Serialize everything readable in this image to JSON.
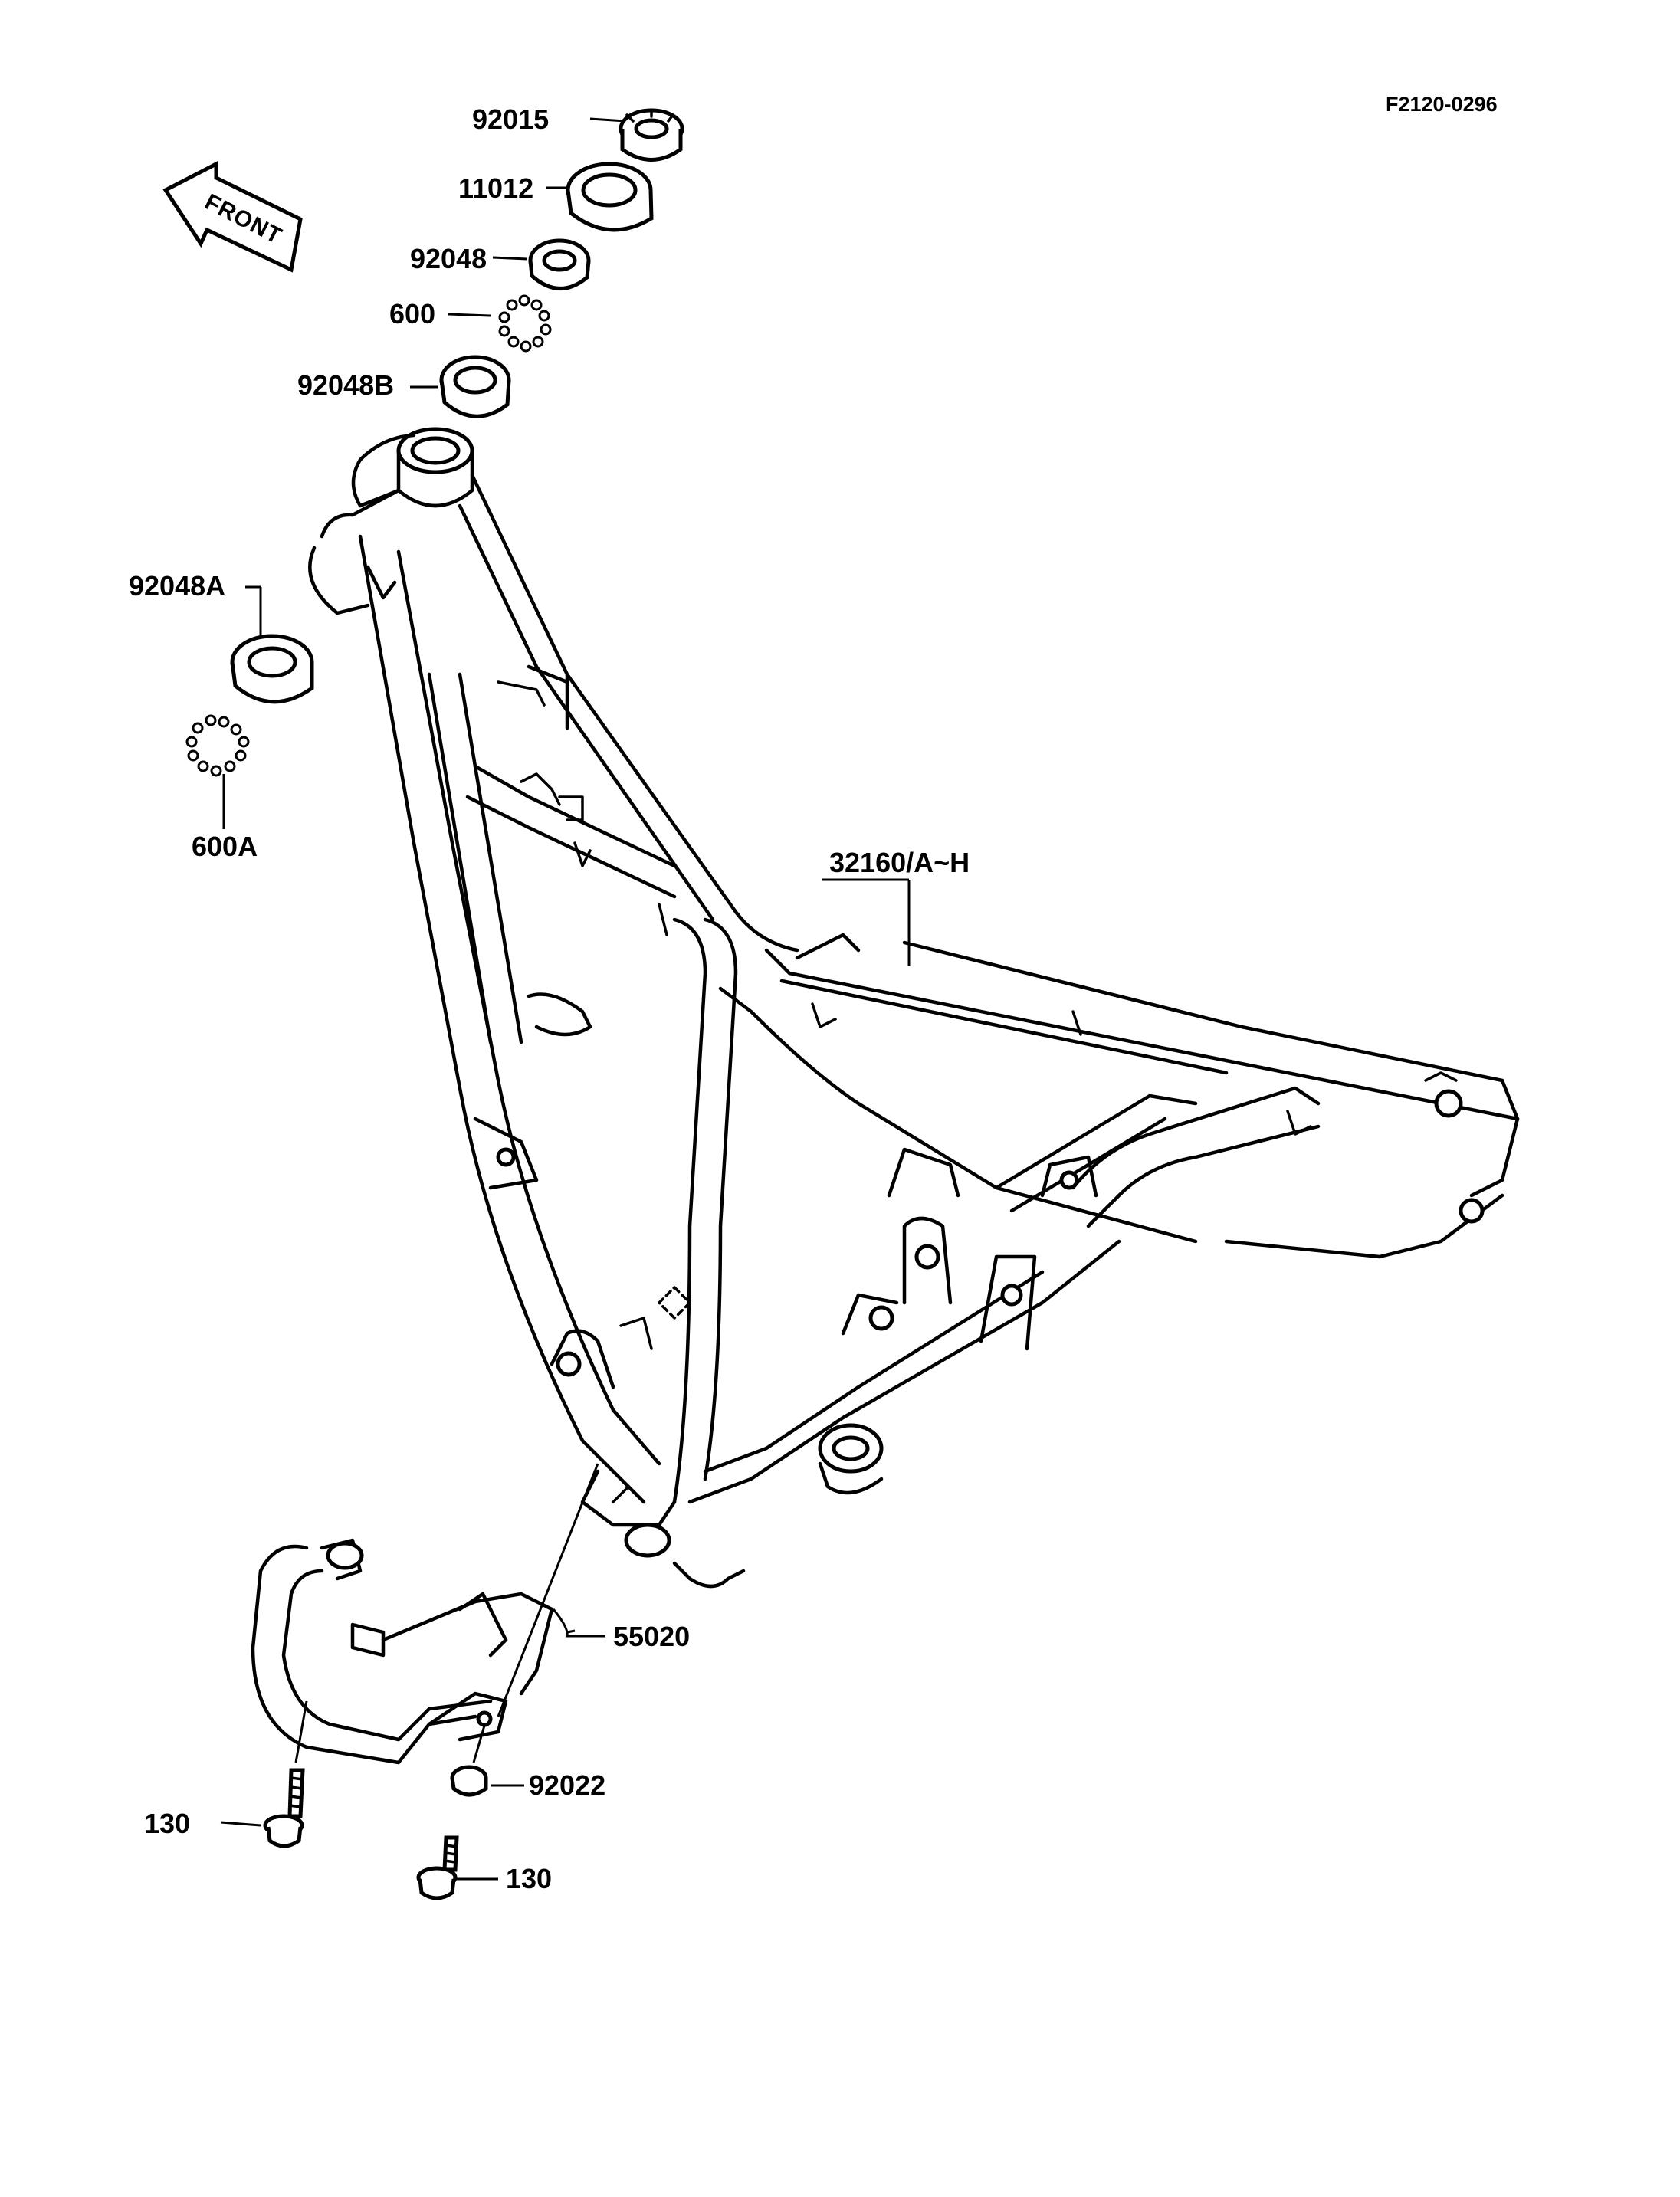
{
  "diagram_code": "F2120-0296",
  "front_arrow": "FRONT",
  "parts": {
    "p92015": "92015",
    "p11012": "11012",
    "p92048": "92048",
    "p600": "600",
    "p92048B": "92048B",
    "p92048A": "92048A",
    "p600A": "600A",
    "p32160": "32160/A~H",
    "p55020": "55020",
    "p92022": "92022",
    "p130_left": "130",
    "p130_bottom": "130"
  }
}
